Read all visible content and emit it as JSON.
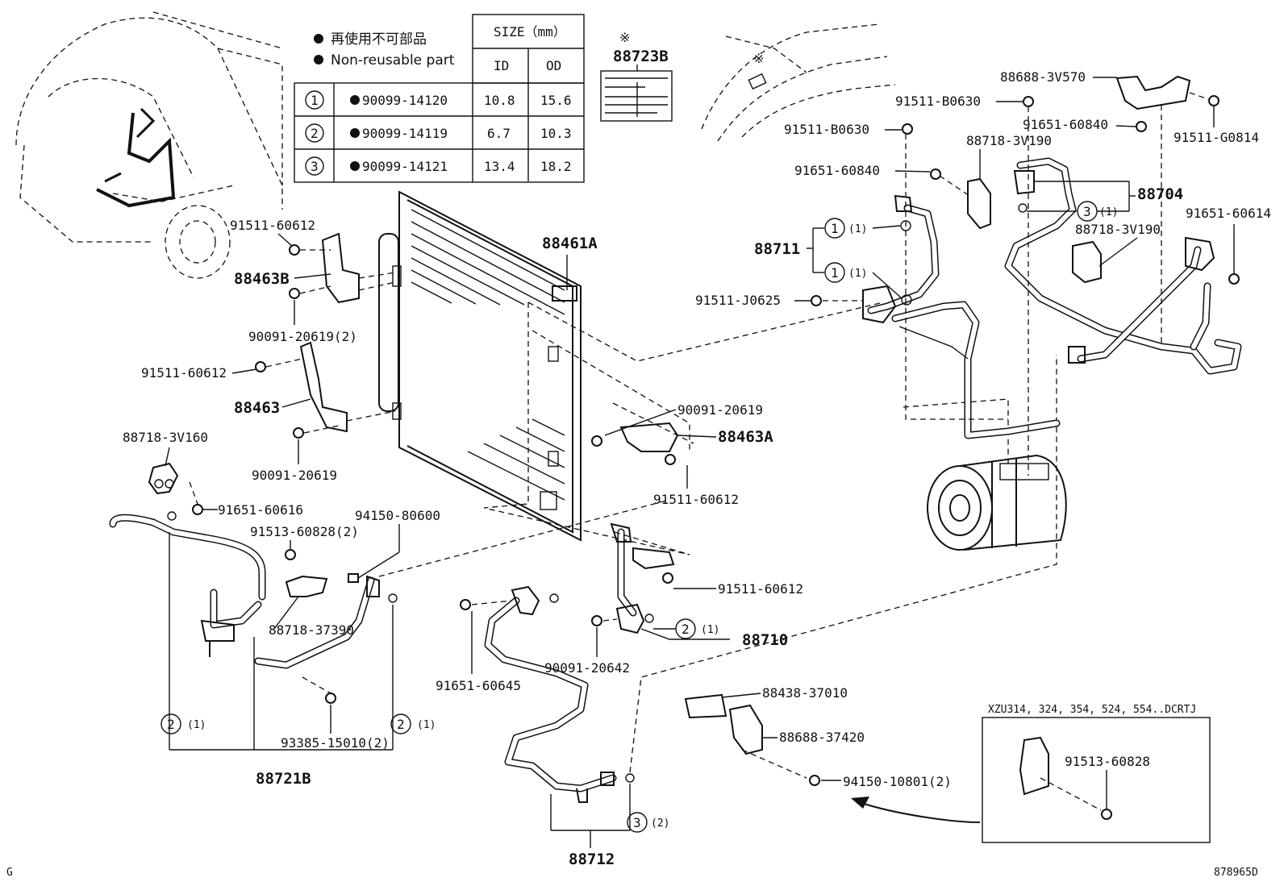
{
  "legend": {
    "japanese": "再使用不可部品",
    "english": "Non-reusable part",
    "size_header": "SIZE（mm）",
    "col_id": "ID",
    "col_od": "OD",
    "rows": [
      {
        "num": "1",
        "part": "90099-14120",
        "id": "10.8",
        "od": "15.6"
      },
      {
        "num": "2",
        "part": "90099-14119",
        "id": "6.7",
        "od": "10.3"
      },
      {
        "num": "3",
        "part": "90099-14121",
        "id": "13.4",
        "od": "18.2"
      }
    ]
  },
  "label_plate": {
    "mark": "※",
    "code": "88723B"
  },
  "vehicle_inset": {
    "mark": "※"
  },
  "callouts": {
    "c88461A": "88461A",
    "c88463B": "88463B",
    "c88463": "88463",
    "c88463A": "88463A",
    "c91511_60612_a": "91511-60612",
    "c91511_60612_b": "91511-60612",
    "c91511_60612_c": "91511-60612",
    "c91511_60612_d": "91511-60612",
    "c90091_20619_2": "90091-20619(2)",
    "c90091_20619_a": "90091-20619",
    "c90091_20619_b": "90091-20619",
    "c88718_3V160": "88718-3V160",
    "c91651_60616": "91651-60616",
    "c91513_60828_2": "91513-60828(2)",
    "c94150_80600": "94150-80600",
    "c88718_37390": "88718-37390",
    "c93385_15010_2": "93385-15010(2)",
    "c88721B": "88721B",
    "c91651_60645": "91651-60645",
    "c90091_20642": "90091-20642",
    "c88710": "88710",
    "c88712": "88712",
    "c88438_37010": "88438-37010",
    "c88688_37420": "88688-37420",
    "c94150_10801_2": "94150-10801(2)",
    "c91513_60828": "91513-60828",
    "c91511_B0630_a": "91511-B0630",
    "c91511_B0630_b": "91511-B0630",
    "c88688_3V570": "88688-3V570",
    "c91651_60840_a": "91651-60840",
    "c91651_60840_b": "91651-60840",
    "c91511_G0814": "91511-G0814",
    "c88718_3V190_a": "88718-3V190",
    "c88718_3V190_b": "88718-3V190",
    "c88704": "88704",
    "c91651_60614": "91651-60614",
    "c88711": "88711",
    "c91511_J0625": "91511-J0625"
  },
  "orings": {
    "one": "1",
    "two": "2",
    "three": "3",
    "qty_1": "(1)",
    "qty_2": "(2)"
  },
  "variant_box": {
    "models": "XZU314, 324, 354, 524, 554..DCRTJ"
  },
  "footer": {
    "left": "G",
    "right": "878965D"
  }
}
